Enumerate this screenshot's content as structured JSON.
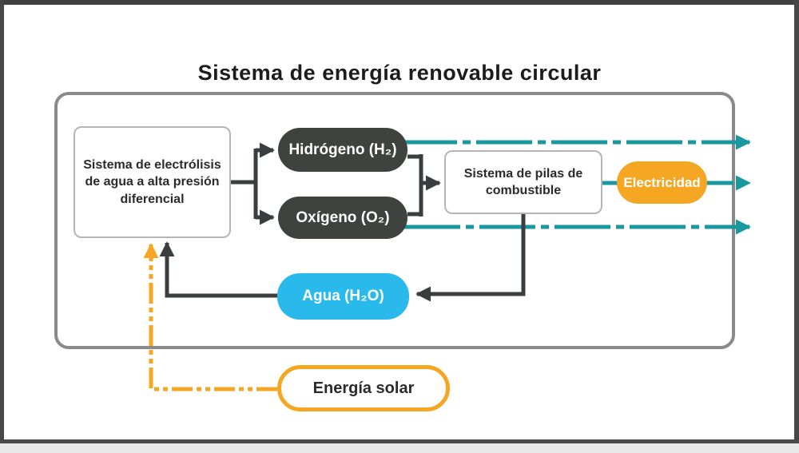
{
  "title": "Sistema de energía renovable circular",
  "nodes": {
    "electrolysis": {
      "label": "Sistema de electrólisis de agua a alta presión diferencial"
    },
    "hydrogen": {
      "label": "Hidrógeno (H₂)"
    },
    "oxygen": {
      "label": "Oxígeno (O₂)"
    },
    "fuel_cell": {
      "label": "Sistema de pilas de combustible"
    },
    "electricity": {
      "label": "Electricidad"
    },
    "water": {
      "label": "Agua (H₂O)"
    },
    "solar": {
      "label": "Energía solar"
    }
  },
  "colors": {
    "teal_flow": "#18989f",
    "orange_accent": "#f5a623",
    "water_blue": "#29b9ea",
    "gas_node_dark": "#3e4340",
    "connector_dark": "#3a3e3f",
    "outer_border_gray": "#8a8a8a",
    "frame_dark": "#424242"
  }
}
